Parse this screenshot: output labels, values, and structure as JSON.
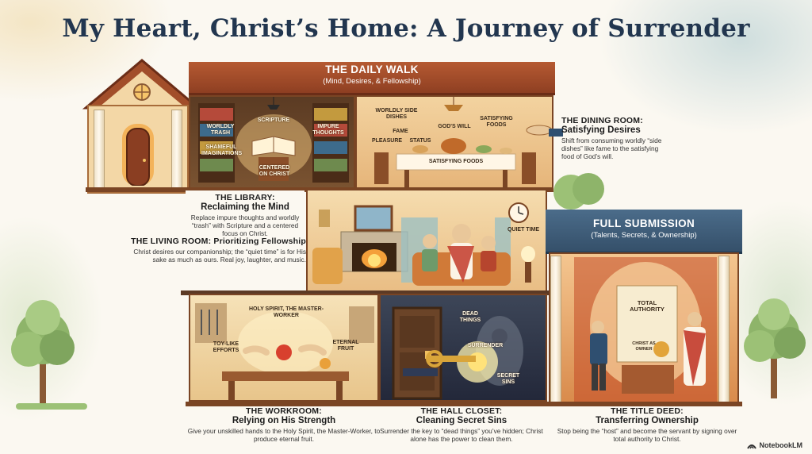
{
  "title": "My Heart, Christ’s Home: A Journey of Surrender",
  "colors": {
    "title": "#22364f",
    "roof_main": "#a24e2a",
    "roof_submission": "#3f5e7c",
    "accent_gold": "#f0c060"
  },
  "daily_walk": {
    "title": "THE DAILY WALK",
    "subtitle": "(Mind, Desires, & Fellowship)"
  },
  "full_submission": {
    "title": "FULL SUBMISSION",
    "subtitle": "(Talents, Secrets, & Ownership)"
  },
  "library": {
    "tags": {
      "worldly_trash": "WORLDLY TRASH",
      "shameful": "SHAMEFUL IMAGINATIONS",
      "scripture": "SCRIPTURE",
      "impure": "IMPURE THOUGHTS",
      "centered": "CENTERED ON CHRIST"
    },
    "heading": "THE LIBRARY:",
    "subheading": "Reclaiming the Mind",
    "body": "Replace impure thoughts and worldly “trash” with Scripture and a centered focus on Christ."
  },
  "living_room": {
    "heading": "THE LIVING ROOM: Prioritizing Fellowship",
    "body": "Christ desires our companionship; the “quiet time” is for His sake as much as ours. Real joy, laughter, and music.",
    "tags": {
      "quiet_time": "QUIET TIME"
    }
  },
  "dining_room": {
    "tags": {
      "worldly_side": "WORLDLY SIDE DISHES",
      "fame": "FAME",
      "pleasure": "PLEASURE",
      "status": "STATUS",
      "gods_will": "GOD'S WILL",
      "satisfying_foods_top": "SATISFYING FOODS",
      "satisfying_foods_table": "SATISFYING FOODS"
    },
    "heading": "THE DINING ROOM:",
    "subheading": "Satisfying Desires",
    "body": "Shift from consuming worldly “side dishes” like fame to the satisfying food of God’s will."
  },
  "workroom": {
    "tags": {
      "holy_spirit": "HOLY SPIRIT, THE MASTER-WORKER",
      "toy_like": "TOY-LIKE EFFORTS",
      "eternal_fruit": "ETERNAL FRUIT"
    },
    "heading": "THE WORKROOM:",
    "subheading": "Relying on His Strength",
    "body": "Give your unskilled hands to the Holy Spirit, the Master-Worker, to produce eternal fruit."
  },
  "hall_closet": {
    "tags": {
      "dead_things": "DEAD THINGS",
      "surrender": "SURRENDER",
      "secret_sins": "SECRET SINS"
    },
    "heading": "THE HALL CLOSET:",
    "subheading": "Cleaning Secret Sins",
    "body": "Surrender the key to “dead things” you’ve hidden; Christ alone has the power to clean them."
  },
  "title_deed": {
    "tags": {
      "total_authority": "TOTAL AUTHORITY",
      "christ_as_owner": "CHRIST AS OWNER"
    },
    "heading": "THE TITLE DEED:",
    "subheading": "Transferring Ownership",
    "body": "Stop being the “host” and become the servant by signing over total authority to Christ."
  },
  "brand": "NotebookLM",
  "icons": {
    "brand": "notebooklm-logo-icon"
  }
}
